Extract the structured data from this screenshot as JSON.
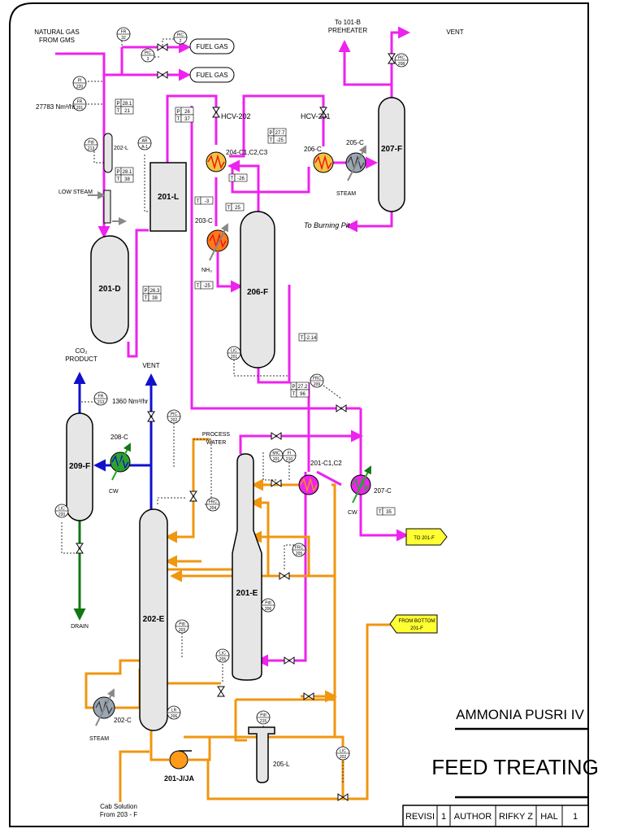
{
  "colors": {
    "process_gas": "#ee22ee",
    "solution": "#f0960f",
    "cooling_water": "#1111cc",
    "drain": "#117711",
    "vessel_fill": "#e6e6e6",
    "exchanger_fill": "#9aa7b3",
    "exchanger_hot": "#f5c242",
    "cooler_fill": "#2ca32c",
    "flag_fill": "#ffff33",
    "heater_fill": "#ff7a1a"
  },
  "labels": {
    "natural_gas": [
      "NATURAL GAS",
      "FROM GMS"
    ],
    "fuel_gas_1": "FUEL GAS",
    "fuel_gas_2": "FUEL GAS",
    "flow_main": "27783 Nm³/hr",
    "low_steam": "LOW STEAM",
    "hcv202": "HCV-202",
    "hcv201": "HCV-201",
    "to_101b": [
      "To 101-B",
      "PREHEATER"
    ],
    "vent_top": "VENT",
    "to_burning_pit": "To Burning Pit",
    "steam_205c": "STEAM",
    "nh3": "NH₃",
    "co2_product": [
      "CO₂",
      "PRODUCT"
    ],
    "vent_209": "VENT",
    "flow_co2": "1360 Nm³/hr",
    "process_water": [
      "PROCESS",
      "WATER"
    ],
    "cw_208": "CW",
    "cw_207": "CW",
    "drain": "DRAIN",
    "steam_202c": "STEAM",
    "cab_solution": [
      "Cab Solution",
      "From 203 - F"
    ],
    "to_201f": "TO 201-F",
    "from_bottom": [
      "FROM BOTTOM",
      "201-F"
    ]
  },
  "equipment": {
    "d201": "201-D",
    "l201": "201-L",
    "l202": "202-L",
    "f206": "206-F",
    "f207": "207-F",
    "f209": "209-F",
    "e202": "202-E",
    "e201": "201-E",
    "l205": "205-L",
    "c204": "204-C1,C2,C3",
    "c206": "206-C",
    "c205": "205-C",
    "c203": "203-C",
    "c208": "208-C",
    "c201": "201-C1,C2",
    "c207": "207-C",
    "c202": "202-C",
    "pump": "201-J/JA"
  },
  "instruments": [
    {
      "tag": "FR",
      "num": "32"
    },
    {
      "tag": "PIC",
      "num": "2"
    },
    {
      "tag": "PIC",
      "num": "3"
    },
    {
      "tag": "PI",
      "num": "220"
    },
    {
      "tag": "FR",
      "num": "201"
    },
    {
      "tag": "PdI",
      "num": "213"
    },
    {
      "tag": "AR",
      "num": "A-1"
    },
    {
      "tag": "PIC",
      "num": "208"
    },
    {
      "tag": "LIC",
      "num": "201"
    },
    {
      "tag": "FRC",
      "num": "209"
    },
    {
      "tag": "FR",
      "num": "213"
    },
    {
      "tag": "PIC",
      "num": "202"
    },
    {
      "tag": "FRC",
      "num": "204"
    },
    {
      "tag": "LIC",
      "num": "220"
    },
    {
      "tag": "MIC",
      "num": "201"
    },
    {
      "tag": "FI",
      "num": "210"
    },
    {
      "tag": "FRC",
      "num": "205"
    },
    {
      "tag": "PdI",
      "num": "206"
    },
    {
      "tag": "PdI",
      "num": "203"
    },
    {
      "tag": "LIC",
      "num": "205"
    },
    {
      "tag": "LR",
      "num": "206"
    },
    {
      "tag": "PdI",
      "num": "215"
    },
    {
      "tag": "LIC",
      "num": "202"
    }
  ],
  "readouts": [
    [
      "P",
      "28.1",
      "T",
      "21"
    ],
    [
      "P",
      "26",
      "T",
      "37"
    ],
    [
      "P",
      "28.1",
      "T",
      "38"
    ],
    [
      "P",
      "27.7",
      "T",
      "-25"
    ],
    [
      "T",
      "-26"
    ],
    [
      "T",
      "-3"
    ],
    [
      "T",
      "25"
    ],
    [
      "P",
      "26.3",
      "T",
      "38"
    ],
    [
      "T",
      "-25"
    ],
    [
      "T",
      "-2.14"
    ],
    [
      "P",
      "27.2",
      "T",
      "96"
    ],
    [
      "T",
      "35"
    ]
  ],
  "title_block": {
    "plant": "AMMONIA PUSRI IV",
    "drawing": "FEED TREATING",
    "revisi_label": "REVISI",
    "revisi_value": "1",
    "author_label": "AUTHOR",
    "author_value": "RIFKY Z",
    "hal_label": "HAL",
    "hal_value": "1"
  }
}
